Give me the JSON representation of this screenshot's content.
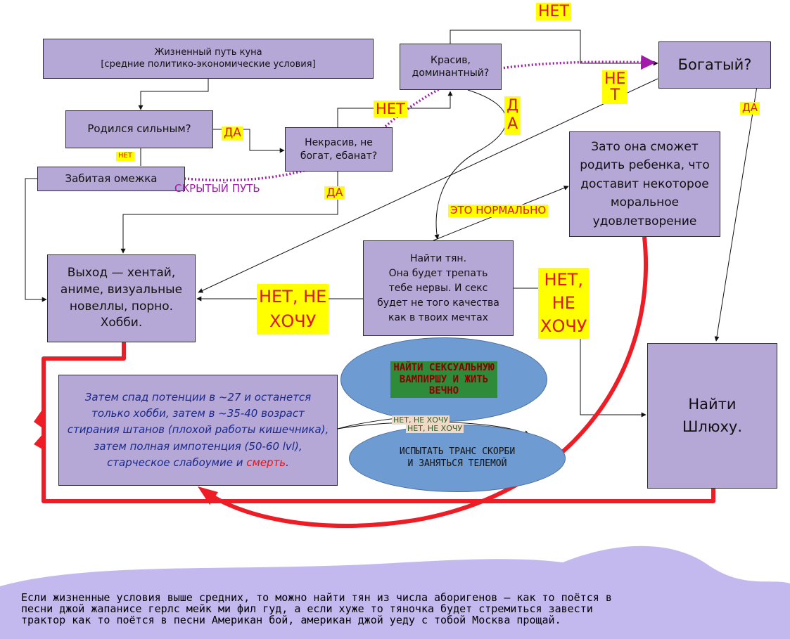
{
  "nodes": {
    "life_path": "Жизненный путь куна\n[средние политико-экономические условия]",
    "born_strong": "Родился сильным?",
    "beaten_omega": "Забитая омежка",
    "ugly_poor": "Некрасив, не\nбогат, ебанат?",
    "handsome": "Красив,\nдоминантный?",
    "rich": "Богатый?",
    "child": "Зато она сможет\nродить ребенка, что\nдоставит некоторое\nморальное\nудовлетворение",
    "exit_hentai": "Выход — хентай,\nаниме, визуальные\nновеллы, порно.\nХобби.",
    "find_tyan": "Найти тян.\nОна будет трепать\nтебе нервы. И секс\nбудет не того качества\nкак в твоих мечтах",
    "find_whore": "Найти\nШлюху.",
    "decline_pre": "Затем спад потенции в ~27 и останется только хобби, затем в ~35-40 возраст стирания штанов (плохой работы кишечника), затем полная импотенция (50-60 lvl), старческое слабоумие и ",
    "decline_death": "смерть",
    "decline_end": ".",
    "vampire": "НАЙТИ СЕКСУАЛЬНУЮ\nВАМПИРШУ И ЖИТЬ\nВЕЧНО",
    "trans": "ИСПЫТАТЬ ТРАНС СКОРБИ\nИ ЗАНЯТЬСЯ ТЕЛЕМОЙ"
  },
  "labels": {
    "no_top": "НЕТ",
    "no_mid": "НЕТ",
    "no_rich": "НЕ\nТ",
    "yes_handsome": "Д\nА",
    "yes_rich": "ДА",
    "yes_born": "ДА",
    "no_small": "НЕТ",
    "hidden_path": "СКРЫТЫЙ ПУТЬ",
    "yes_ugly": "ДА",
    "normal": "ЭТО НОРМАЛЬНО",
    "no_dont_want_left": "НЕТ, НЕ\nХОЧУ",
    "no_dont_want_right": "НЕТ,\nНЕ\nХОЧУ",
    "small_no_1": "НЕТ, НЕ ХОЧУ",
    "small_no_2": "НЕТ, НЕ ХОЧУ"
  },
  "footer": "Если жизненные условия выше средних, то можно найти тян из числа аборигенов — как то поётся в\nпесни джой жапанисе герлс мейк ми фил  гуд, а если хуже то тяночка будет стремиться завести\nтрактор как то поётся в песни Американ бой, американ джой уеду с тобой Москва прощай.",
  "colors": {
    "box_fill": "#b5a7d6",
    "oval_fill": "#6f9bd3",
    "label_bg": "#ffff00",
    "label_text": "#e0141a",
    "red_arrow": "#ee1c24",
    "hidden_path": "#a11ca8",
    "decline_text": "#1a2a8c",
    "vampire_text": "#8b0000",
    "vampire_bg": "#2e8b3a",
    "bottom_blob": "#c3b9ef"
  }
}
